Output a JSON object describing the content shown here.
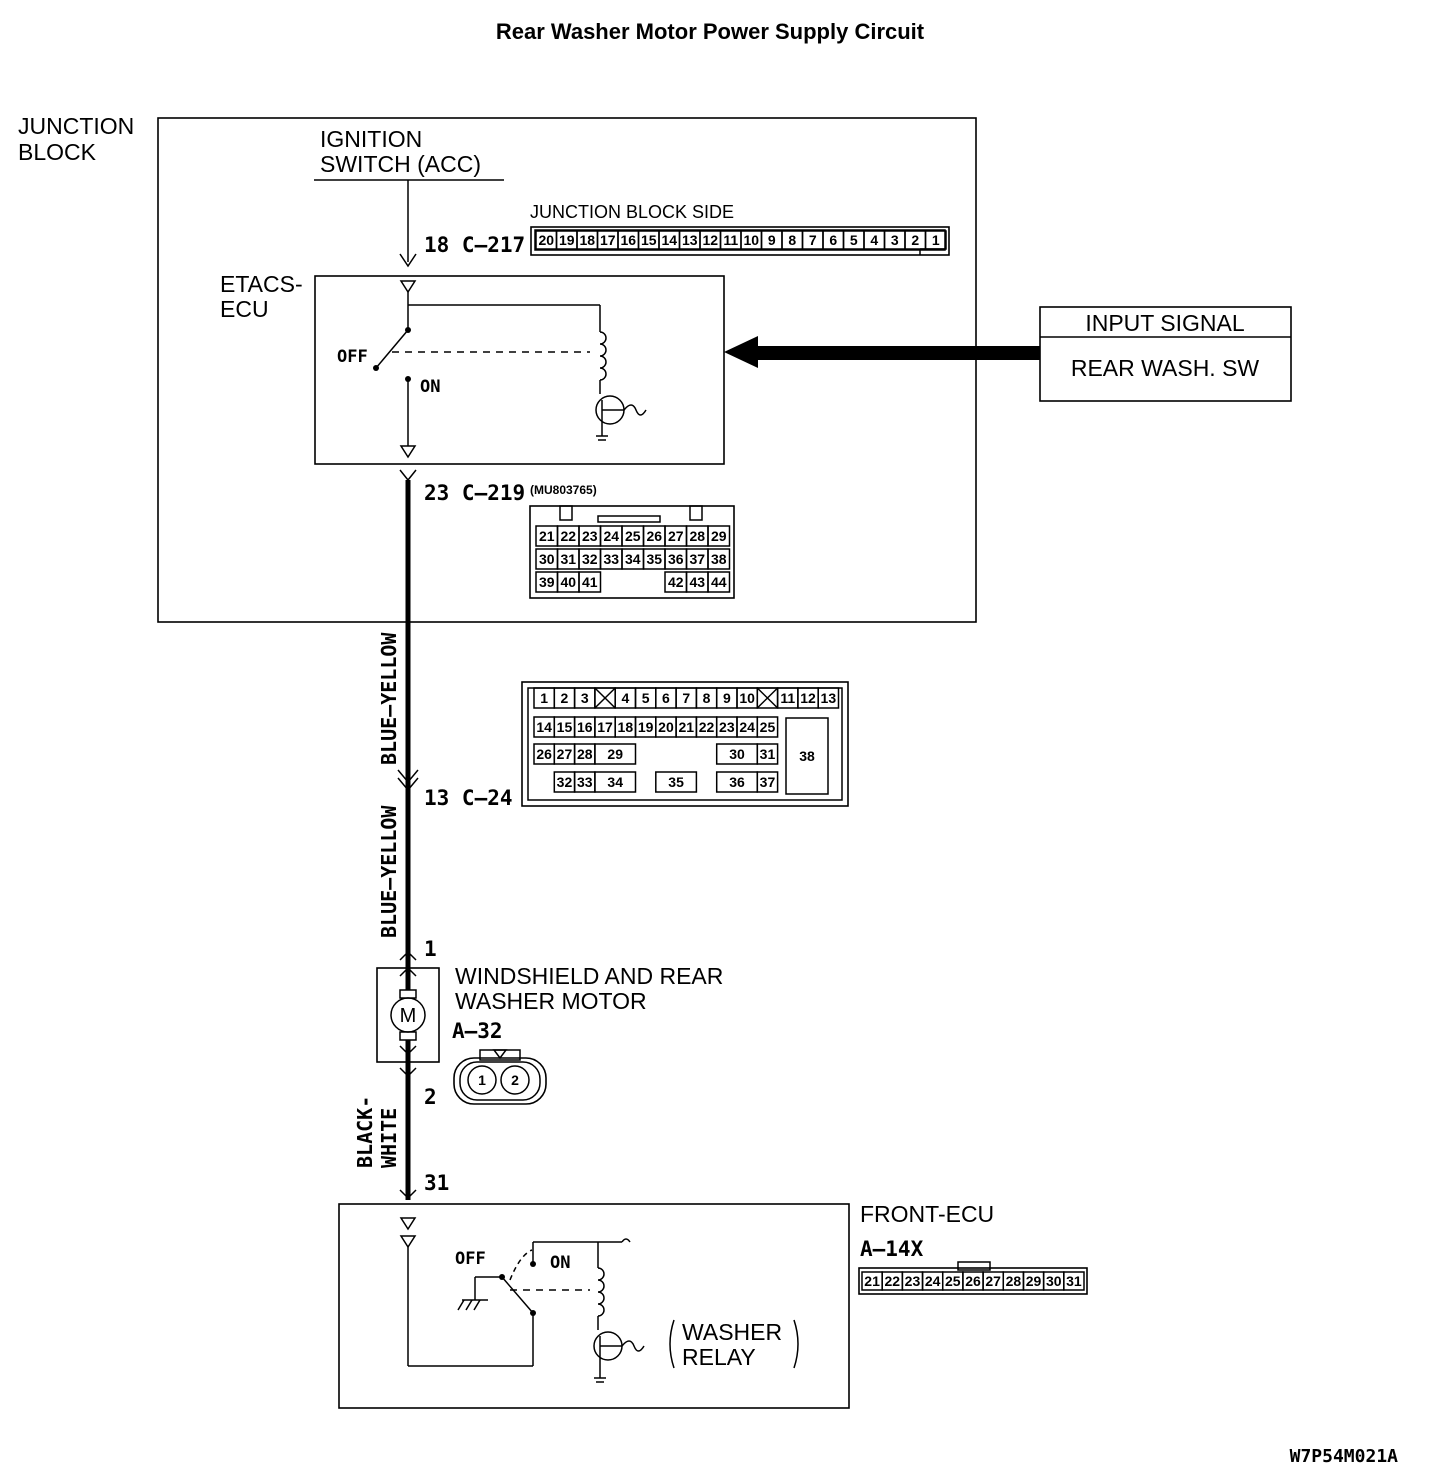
{
  "title": "Rear Washer Motor Power Supply Circuit",
  "junction_block": {
    "label_line1": "JUNCTION",
    "label_line2": "BLOCK",
    "ignition_line1": "IGNITION",
    "ignition_line2": "SWITCH (ACC)",
    "connector_side_label": "JUNCTION BLOCK SIDE",
    "c217_pin_label": "18  C–217",
    "c217_pins": [
      "20",
      "19",
      "18",
      "17",
      "16",
      "15",
      "14",
      "13",
      "12",
      "11",
      "10",
      "9",
      "8",
      "7",
      "6",
      "5",
      "4",
      "3",
      "2",
      "1"
    ],
    "c219_pin_label": "23  C–219",
    "c219_part_number": "(MU803765)",
    "c219_rows": [
      [
        "21",
        "22",
        "23",
        "24",
        "25",
        "26",
        "27",
        "28",
        "29"
      ],
      [
        "30",
        "31",
        "32",
        "33",
        "34",
        "35",
        "36",
        "37",
        "38"
      ],
      [
        "39",
        "40",
        "41",
        "42",
        "43",
        "44"
      ]
    ]
  },
  "etacs": {
    "label_line1": "ETACS-",
    "label_line2": "ECU",
    "off_label": "OFF",
    "on_label": "ON"
  },
  "input_signal": {
    "header": "INPUT SIGNAL",
    "value": "REAR WASH. SW"
  },
  "wires": {
    "upper_color": "BLUE–YELLOW",
    "lower_color": "BLUE–YELLOW",
    "ground_color_line1": "BLACK-",
    "ground_color_line2": "WHITE"
  },
  "c24": {
    "pin_label": "13  C–24",
    "row1": [
      "1",
      "2",
      "3",
      "4",
      "5",
      "6",
      "7",
      "8",
      "9",
      "10",
      "11",
      "12",
      "13"
    ],
    "row2": [
      "14",
      "15",
      "16",
      "17",
      "18",
      "19",
      "20",
      "21",
      "22",
      "23",
      "24",
      "25"
    ],
    "row3": [
      "26",
      "27",
      "28",
      "29",
      "30",
      "31"
    ],
    "row4": [
      "32",
      "33",
      "34",
      "35",
      "36",
      "37"
    ],
    "big_pin": "38"
  },
  "washer_motor": {
    "pin1": "1",
    "pin2": "2",
    "label_line1": "WINDSHIELD AND REAR",
    "label_line2": "WASHER MOTOR",
    "connector": "A–32",
    "motor_symbol": "M",
    "conn_pin1": "1",
    "conn_pin2": "2"
  },
  "front_ecu": {
    "pin31": "31",
    "label": "FRONT-ECU",
    "connector": "A–14X",
    "pins": [
      "21",
      "22",
      "23",
      "24",
      "25",
      "26",
      "27",
      "28",
      "29",
      "30",
      "31"
    ],
    "off_label": "OFF",
    "on_label": "ON",
    "relay_line1": "WASHER",
    "relay_line2": "RELAY"
  },
  "figure_code": "W7P54M021A",
  "colors": {
    "ink": "#000000",
    "background": "#ffffff"
  }
}
